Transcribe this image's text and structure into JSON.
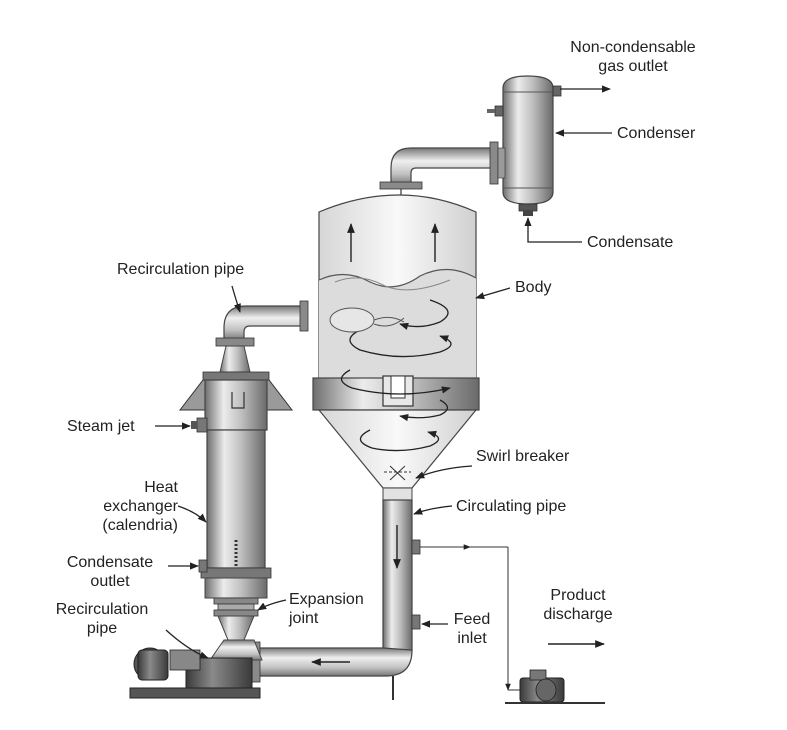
{
  "colors": {
    "background": "#ffffff",
    "metal_light": "#e8e8e8",
    "metal_mid": "#b4b4b4",
    "metal_dark": "#6e6e6e",
    "line": "#333333",
    "label": "#222222",
    "liquid": "#d2d2d2"
  },
  "icons": {
    "arrow": "arrowhead",
    "swirl": "swirl-arrow"
  },
  "labels": {
    "noncondensable_1": "Non-condensable",
    "noncondensable_2": "gas outlet",
    "condenser": "Condenser",
    "condensate_top": "Condensate",
    "recirc_pipe_top": "Recirculation pipe",
    "body": "Body",
    "steam_jet": "Steam jet",
    "heat_exchanger_1": "Heat",
    "heat_exchanger_2": "exchanger",
    "heat_exchanger_3": "(calendria)",
    "swirl_breaker": "Swirl breaker",
    "circulating_pipe": "Circulating pipe",
    "condensate_outlet_1": "Condensate",
    "condensate_outlet_2": "outlet",
    "expansion_joint_1": "Expansion",
    "expansion_joint_2": "joint",
    "recirc_pipe_bottom_1": "Recirculation",
    "recirc_pipe_bottom_2": "pipe",
    "feed_inlet_1": "Feed",
    "feed_inlet_2": "inlet",
    "product_discharge_1": "Product",
    "product_discharge_2": "discharge"
  }
}
